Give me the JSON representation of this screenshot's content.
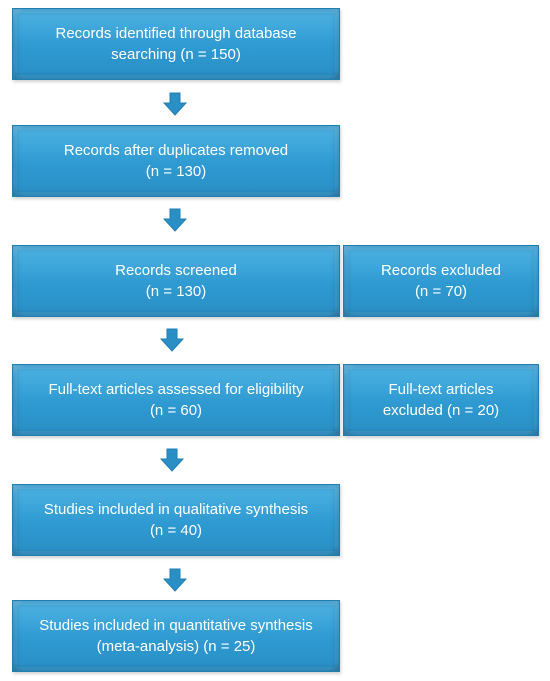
{
  "boxes": {
    "identified": {
      "line1": "Records identified through database",
      "line2": "searching (n = 150)"
    },
    "duplicates": {
      "line1": "Records after duplicates removed",
      "line2": "(n = 130)"
    },
    "screened": {
      "line1": "Records screened",
      "line2": "(n = 130)"
    },
    "excluded": {
      "line1": "Records excluded",
      "line2": "(n = 70)"
    },
    "fulltext": {
      "line1": "Full-text articles assessed for eligibility",
      "line2": "(n = 60)"
    },
    "fulltext_excluded": {
      "line1": "Full-text articles",
      "line2": "excluded (n = 20)"
    },
    "qualitative": {
      "line1": "Studies included in qualitative synthesis",
      "line2": "(n = 40)"
    },
    "quantitative": {
      "line1": "Studies included in quantitative synthesis",
      "line2": "(meta-analysis) (n = 25)"
    }
  },
  "colors": {
    "box_fill": "#2e9ad1",
    "arrow_fill": "#2a8fc4",
    "text": "#ffffff"
  }
}
